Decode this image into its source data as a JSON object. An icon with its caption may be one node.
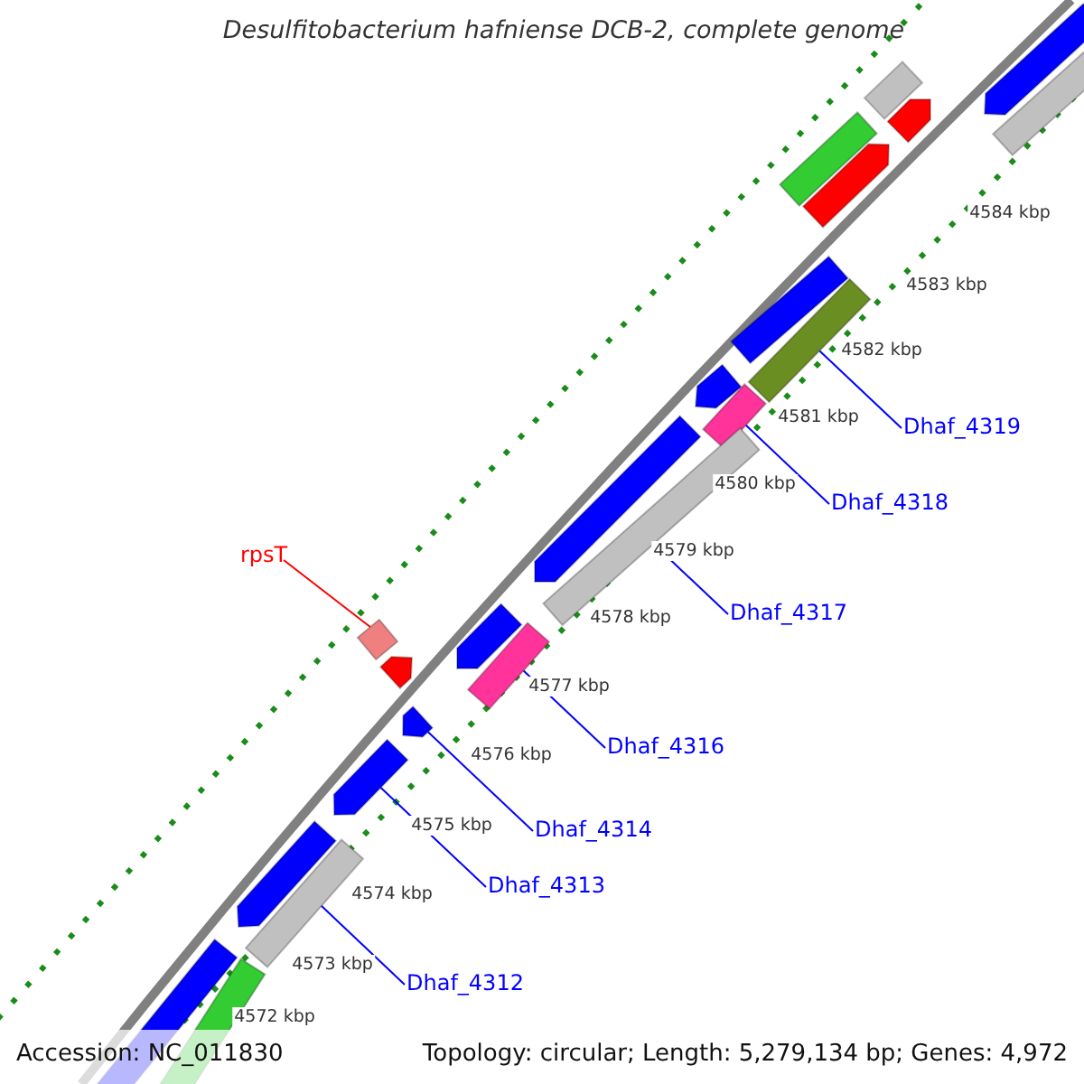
{
  "diagram": {
    "title": "Desulfitobacterium hafniense DCB-2, complete genome",
    "nodes": [
      {
        "text": [
          "rpsT"
        ]
      },
      {
        "text": [
          "Dhaf_4319"
        ]
      },
      {
        "text": [
          "Dhaf_4318"
        ]
      },
      {
        "text": [
          "Dhaf_4317"
        ]
      },
      {
        "text": [
          "Dhaf_4316"
        ]
      },
      {
        "text": [
          "Dhaf_4314"
        ]
      },
      {
        "text": [
          "Dhaf_4313"
        ]
      },
      {
        "text": [
          "Dhaf_4312"
        ]
      },
      {
        "text": [],
        "shape": "bar"
      },
      {
        "text": [],
        "shape": "arrow"
      },
      {
        "text": [],
        "shape": "bar"
      },
      {
        "text": [],
        "shape": "arrow"
      },
      {
        "text": [],
        "shape": "arrow"
      },
      {
        "text": [],
        "shape": "bar"
      },
      {
        "text": [],
        "shape": "bar"
      },
      {
        "text": [],
        "shape": "bar"
      },
      {
        "text": [],
        "shape": "arrow"
      },
      {
        "text": [],
        "shape": "bar"
      },
      {
        "text": [],
        "shape": "arrow"
      },
      {
        "text": [],
        "shape": "bar"
      },
      {
        "text": [],
        "shape": "bar"
      },
      {
        "text": [],
        "shape": "arrow"
      },
      {
        "text": [],
        "shape": "arrow"
      },
      {
        "text": [],
        "shape": "bar"
      },
      {
        "text": [],
        "shape": "arrow"
      },
      {
        "text": [],
        "shape": "arrow"
      },
      {
        "text": [],
        "shape": "arrow"
      },
      {
        "text": [],
        "shape": "bar"
      },
      {
        "text": [],
        "shape": "bar"
      },
      {
        "text": [],
        "shape": "bar"
      }
    ],
    "edges": [
      {
        "from": 0,
        "to": 20,
        "arrow": "none",
        "color": "#ff0000"
      },
      {
        "from": 1,
        "to": 15,
        "arrow": "none"
      },
      {
        "from": 2,
        "to": 17,
        "arrow": "none"
      },
      {
        "from": 3,
        "to": 19,
        "arrow": "none"
      },
      {
        "from": 4,
        "to": 23,
        "arrow": "none"
      },
      {
        "from": 5,
        "to": 24,
        "arrow": "none"
      },
      {
        "from": 6,
        "to": 25,
        "arrow": "none"
      },
      {
        "from": 7,
        "to": 27,
        "arrow": "none"
      }
    ],
    "labels": [
      "4584 kbp",
      "4583 kbp",
      "4582 kbp",
      "4581 kbp",
      "4580 kbp",
      "4579 kbp",
      "4578 kbp",
      "4577 kbp",
      "4576 kbp",
      "4575 kbp",
      "4574 kbp",
      "4573 kbp",
      "4572 kbp",
      "Accession: NC_011830",
      "Topology: circular; Length: 5,279,134 bp; Genes: 4,972"
    ]
  }
}
